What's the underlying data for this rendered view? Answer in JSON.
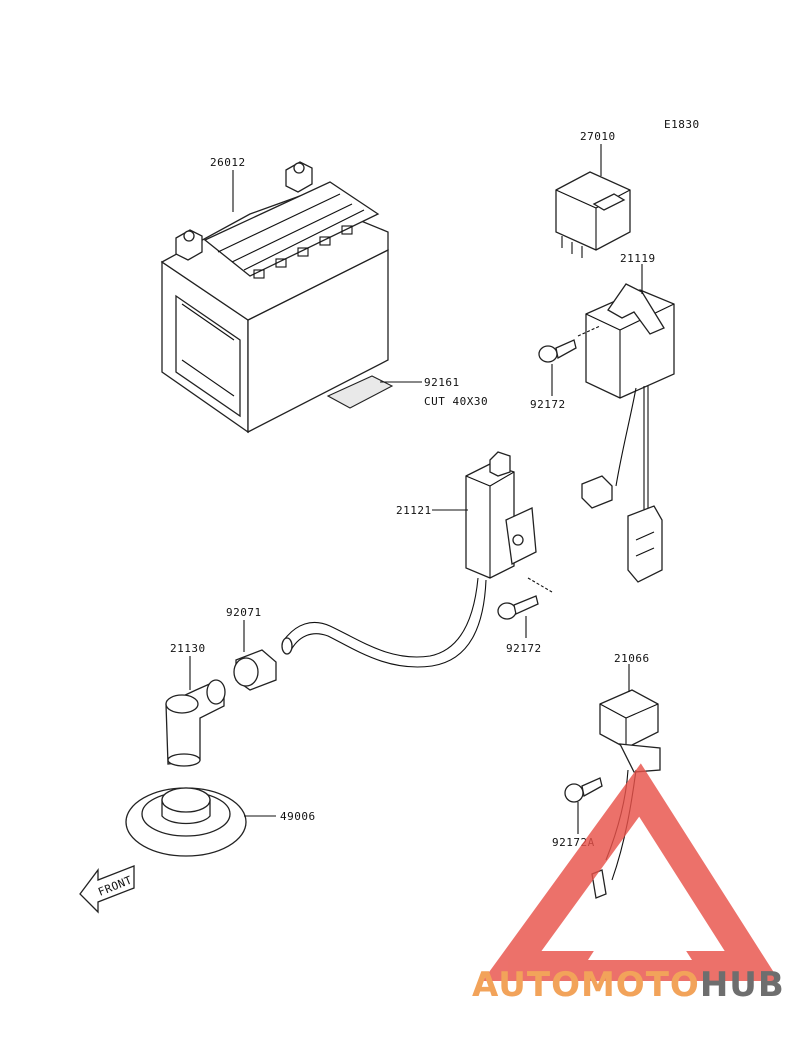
{
  "diagram_code": "E1830",
  "parts": [
    {
      "id": "battery",
      "number": "26012"
    },
    {
      "id": "battery-pad",
      "number": "92161",
      "note": "CUT 40X30"
    },
    {
      "id": "relay",
      "number": "27010"
    },
    {
      "id": "igniter",
      "number": "21119"
    },
    {
      "id": "screw-igniter",
      "number": "92172"
    },
    {
      "id": "ignition-coil",
      "number": "21121"
    },
    {
      "id": "screw-coil",
      "number": "92172"
    },
    {
      "id": "cap-seal",
      "number": "92071"
    },
    {
      "id": "plug-cap",
      "number": "21130"
    },
    {
      "id": "boot",
      "number": "49006"
    },
    {
      "id": "regulator",
      "number": "21066"
    },
    {
      "id": "screw-regulator",
      "number": "92172A"
    }
  ],
  "front_label": "FRONT",
  "watermark": {
    "part1": "AUTOMOTO",
    "part2": "HUB",
    "color1": "#f2a35a",
    "color2": "#6e6e6e",
    "triangle_color": "#e8524a"
  }
}
